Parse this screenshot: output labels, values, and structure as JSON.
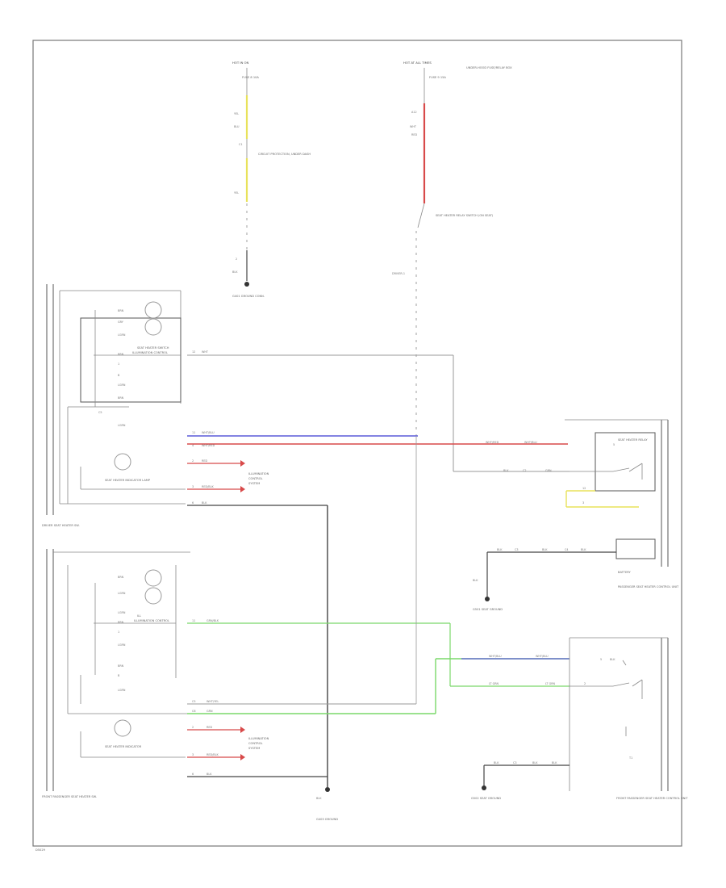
{
  "colors": {
    "frame": "#777777",
    "wire_yellow": "#e8e25a",
    "wire_red": "#d84a4a",
    "wire_blue": "#5a5ad8",
    "wire_green": "#7ad86a",
    "wire_gray": "#9a9a9a",
    "wire_black": "#444444"
  },
  "icons": [
    "ground-symbol",
    "switch-contact",
    "bulb-symbol",
    "connector-arrow"
  ],
  "labels": {
    "fuse_left_title": "HOT IN ON",
    "fuse_left_name": "FUSE 8 10A",
    "fuse_left_note": "CIRCUIT PROTECTION, UNDER DASH",
    "fuse_right_title": "HOT AT ALL TIMES",
    "fuse_right_name": "FUSE 9 15A",
    "fuse_right_note": "UNDER-HOOD FUSE/RELAY BOX",
    "switch_note": "SEAT HEATER RELAY SWITCH (ON SEAT)",
    "switch_pin": "DRIVER-1",
    "ground_top": "G401 GROUND CONN.",
    "driver_heater": "SEAT HEATER SWITCH",
    "driver_lamp": "SEAT HEATER INDICATOR LAMP",
    "illum_1": "ILLUMINATION CONTROL",
    "driver_seat_caption": "DRIVER SEAT HEATER SW.",
    "right_relay": "SEAT HEATER RELAY",
    "battery": "BATTERY",
    "right_relay_desc": "PASSENGER SEAT HEATER CONTROL UNIT",
    "ground_mid": "G501 SEAT GROUND",
    "pass_lamp": "SEAT HEATER INDICATOR",
    "illum_2": "ILLUMINATION CONTROL",
    "pass_seat_caption": "FRONT PASSENGER SEAT HEATER SW.",
    "ground_bottom": "G403 GROUND",
    "ground_right": "G502 SEAT GROUND",
    "pass_unit_desc": "FRONT PASSENGER SEAT HEATER CONTROL UNIT",
    "footer": "D5029"
  }
}
